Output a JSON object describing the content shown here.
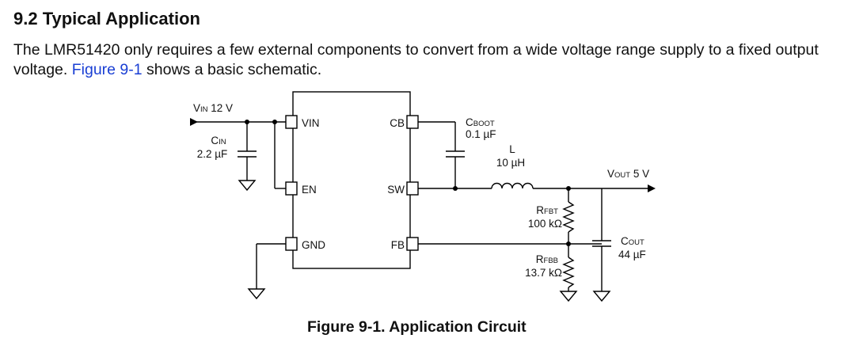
{
  "section": {
    "heading": "9.2 Typical Application",
    "para_text_1": "The LMR51420 only requires a few external components to convert from a wide voltage range supply to a fixed output voltage.",
    "para_link": "Figure 9-1",
    "para_text_2": "shows a basic schematic."
  },
  "schematic": {
    "pins": {
      "vin": "VIN",
      "en": "EN",
      "gnd": "GND",
      "cb": "CB",
      "sw": "SW",
      "fb": "FB"
    },
    "vin": {
      "main": "V",
      "sub": "IN",
      "value": "12 V"
    },
    "cin": {
      "main": "C",
      "sub": "IN",
      "value": "2.2 µF"
    },
    "cboot": {
      "main": "C",
      "sub": "BOOT",
      "value": "0.1 µF"
    },
    "inductor": {
      "name": "L",
      "value": "10 µH"
    },
    "vout": {
      "main": "V",
      "sub": "OUT",
      "value": "5 V"
    },
    "rfbt": {
      "main": "R",
      "sub": "FBT",
      "value": "100 kΩ"
    },
    "rfbb": {
      "main": "R",
      "sub": "FBB",
      "value": "13.7 kΩ"
    },
    "cout": {
      "main": "C",
      "sub": "OUT",
      "value": "44 µF"
    }
  },
  "caption": "Figure 9-1. Application Circuit"
}
